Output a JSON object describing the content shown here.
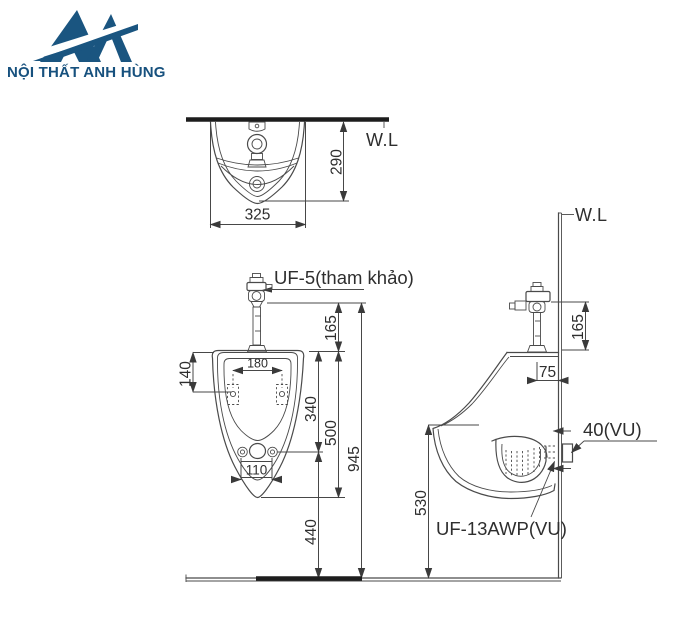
{
  "brand": {
    "name": "NỘI THẤT ANH HÙNG",
    "color": "#1a5580"
  },
  "colors": {
    "line": "#4a4a4a",
    "heavy_line": "#1d1d1d",
    "text": "#2e2e2e"
  },
  "views": {
    "top": {
      "water_line_label": "W.L",
      "width": "325",
      "depth": "290"
    },
    "front": {
      "valve_label": "UF-5(tham khảo)",
      "dim_valve_height": "165",
      "dim_rim_to_holes": "140",
      "dim_hole_spacing": "180",
      "dim_rim_to_bolts": "340",
      "dim_rim_to_outlet": "500",
      "dim_total_height": "945",
      "dim_bolt_spacing": "110",
      "dim_bolts_to_floor": "440"
    },
    "side": {
      "water_line_label": "W.L",
      "dim_valve_height": "165",
      "dim_valve_offset": "75",
      "outlet_label": "40(VU)",
      "trap_label": "UF-13AWP(VU)",
      "dim_rim_to_floor": "530"
    }
  }
}
